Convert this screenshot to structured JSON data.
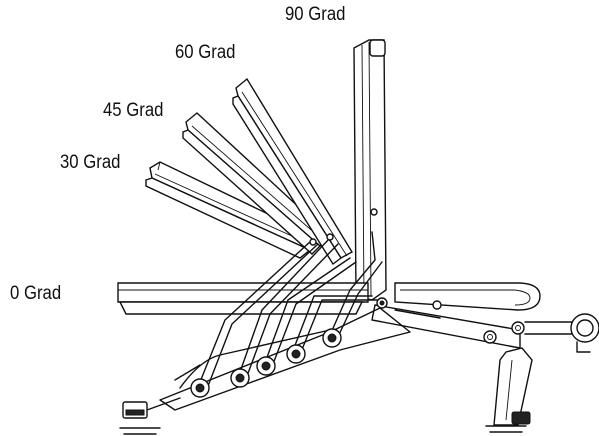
{
  "labels": {
    "deg90": "90 Grad",
    "deg60": "60 Grad",
    "deg45": "45 Grad",
    "deg30": "30 Grad",
    "deg0": "0 Grad"
  }
}
